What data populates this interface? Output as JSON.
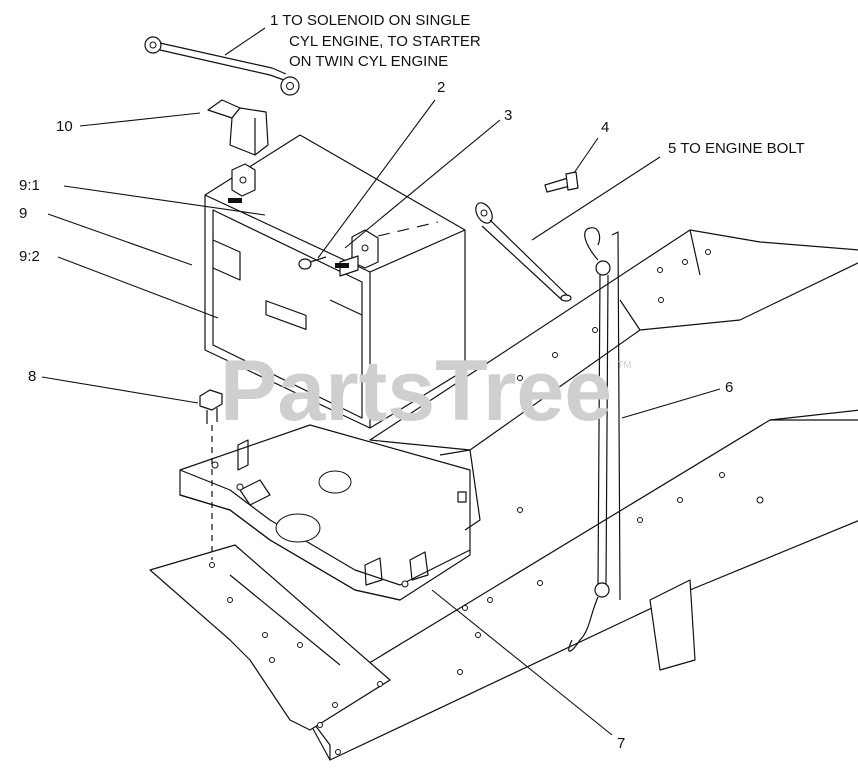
{
  "callouts": {
    "c1": {
      "line1": "1 TO SOLENOID ON SINGLE",
      "line2": "CYL ENGINE, TO STARTER",
      "line3": "ON TWIN CYL ENGINE"
    },
    "c2": "2",
    "c3": "3",
    "c4": "4",
    "c5": "5 TO ENGINE BOLT",
    "c6": "6",
    "c7": "7",
    "c8": "8",
    "c9": "9",
    "c9_1": "9:1",
    "c9_2": "9:2",
    "c10": "10"
  },
  "watermark": {
    "text": "PartsTree",
    "tm": "TM"
  },
  "icons": [
    "battery-icon",
    "cable-icon",
    "terminal-boot-icon",
    "battery-tray-icon",
    "hold-down-rod-icon",
    "bolt-icon",
    "frame-rail-icon"
  ]
}
